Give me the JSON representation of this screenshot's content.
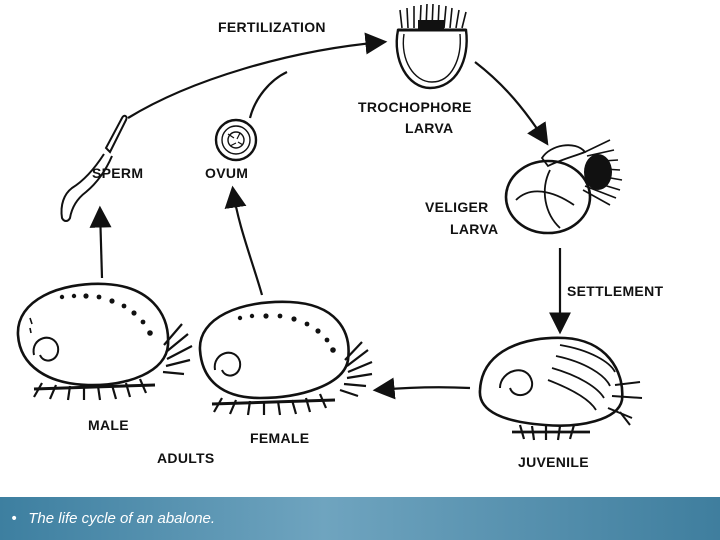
{
  "diagram": {
    "labels": {
      "fertilization": "FERTILIZATION",
      "trochophore_1": "TROCHOPHORE",
      "trochophore_2": "LARVA",
      "veliger_1": "VELIGER",
      "veliger_2": "LARVA",
      "settlement": "SETTLEMENT",
      "juvenile": "JUVENILE",
      "female": "FEMALE",
      "adults": "ADULTS",
      "male": "MALE",
      "sperm": "SPERM",
      "ovum": "OVUM"
    }
  },
  "footer": {
    "bullet": "•",
    "caption": "The life cycle of an abalone."
  },
  "colors": {
    "ink": "#111111",
    "footer_bg": "#5f97b6",
    "footer_text": "#ffffff"
  }
}
